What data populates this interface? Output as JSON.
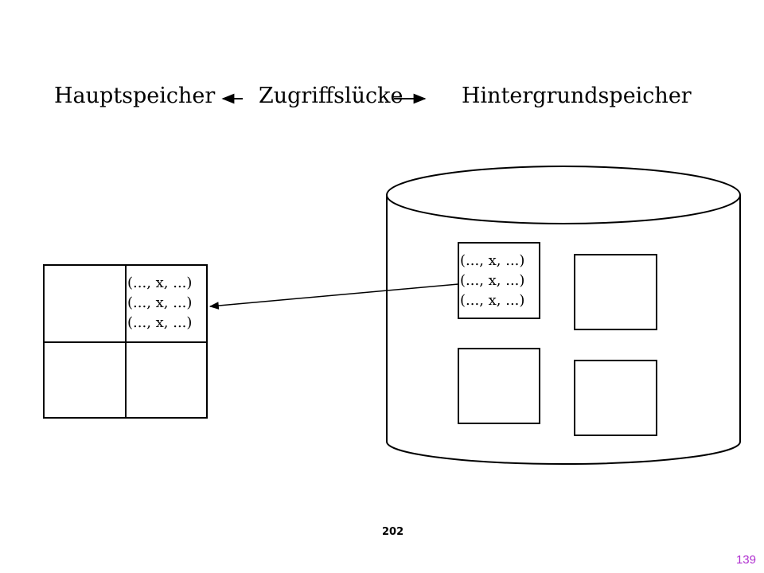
{
  "header": {
    "main_memory": "Hauptspeicher",
    "access_gap": "Zugriffslücke",
    "background_storage": "Hintergrundspeicher"
  },
  "main_memory_page": {
    "tuples": [
      "(..., x, ...)",
      "(..., x, ...)",
      "(..., x, ...)"
    ]
  },
  "disk_page": {
    "tuples": [
      "(..., x, ...)",
      "(..., x, ...)",
      "(..., x, ...)"
    ]
  },
  "footer": {
    "page_number": "202",
    "slide_number": "139"
  },
  "colors": {
    "ink": "#000000",
    "slide_number": "#b030d0",
    "background": "#ffffff"
  }
}
